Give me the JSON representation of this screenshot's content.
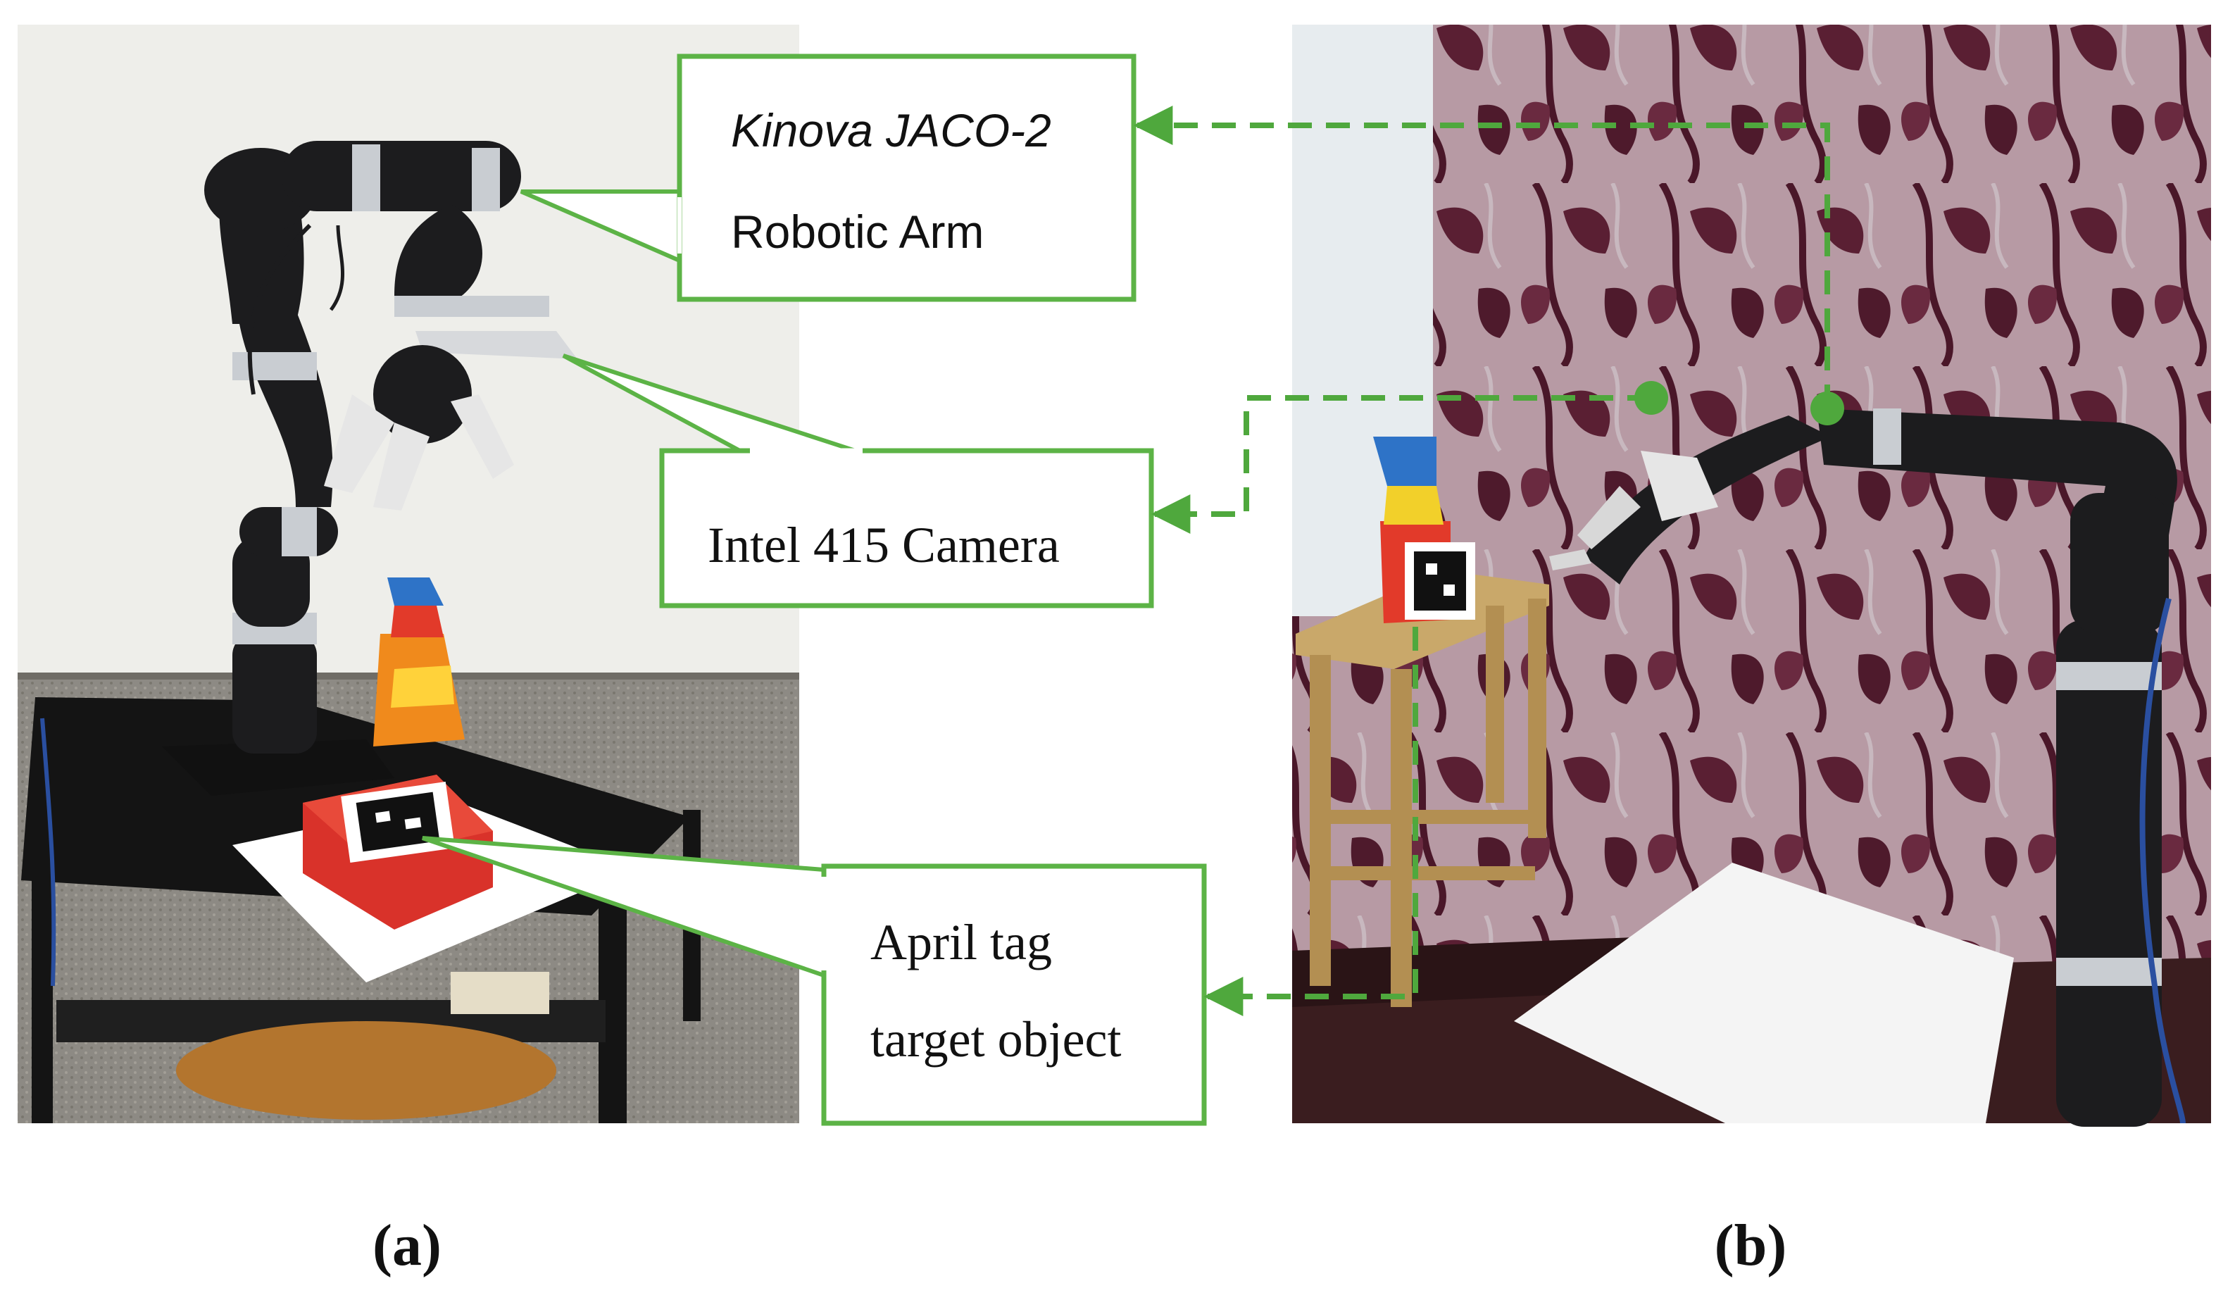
{
  "colors": {
    "callout_green": "#5cb346",
    "arrow_green": "#4fa83d",
    "wall_a": "#eeeeea",
    "floor_a": "#8d8a84",
    "curtain": "#b79aa4",
    "curtain_leaf": "#5a1f33",
    "robot_black": "#1c1c1e",
    "robot_band": "#c9cdd2",
    "bottle_orange": "#f08a1c",
    "bottle_red": "#e23a2a",
    "box_red": "#d9322a",
    "table_wood": "#c9a86a"
  },
  "callouts": {
    "arm": {
      "line1": "Kinova JACO-2",
      "line2": "Robotic Arm"
    },
    "camera": {
      "label": "Intel 415 Camera"
    },
    "tag": {
      "line1": "April tag",
      "line2": "target object"
    }
  },
  "panels": {
    "a": {
      "label": "(a)"
    },
    "b": {
      "label": "(b)"
    }
  }
}
